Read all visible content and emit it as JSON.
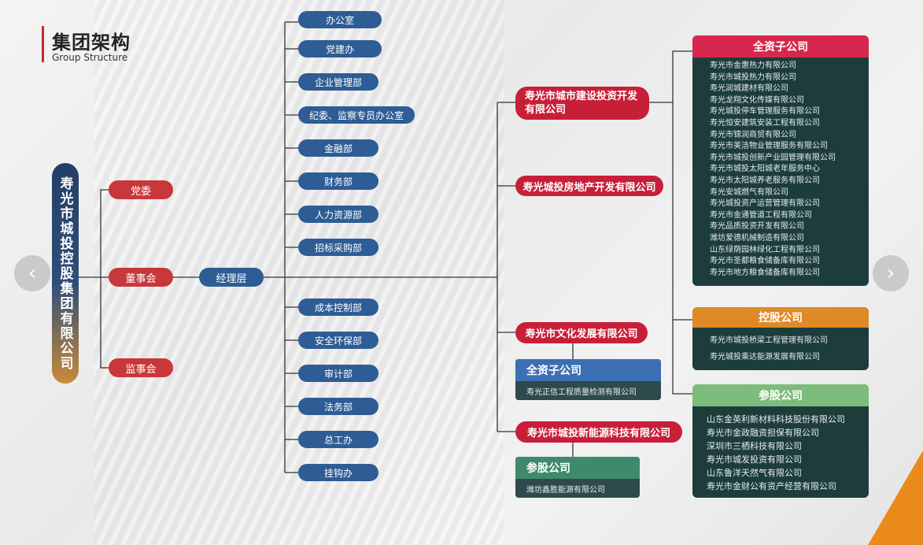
{
  "header": {
    "title_cn": "集团架构",
    "title_en": "Group Structure"
  },
  "root": "寿光市城投控股集团有限公司",
  "party": "党委",
  "board": "董事会",
  "supervisory": "监事会",
  "management": "经理层",
  "depts_top": [
    "办公室",
    "党建办",
    "企业管理部",
    "纪委、监察专员办公室",
    "金融部",
    "财务部",
    "人力资源部",
    "招标采购部"
  ],
  "depts_bottom": [
    "成本控制部",
    "安全环保部",
    "审计部",
    "法务部",
    "总工办",
    "挂钩办"
  ],
  "companies": {
    "c1": "寿光市城市建设投资开发有限公司",
    "c1a": "寿光市城市建设投资开发",
    "c1b": "有限公司",
    "c2": "寿光城投房地产开发有限公司",
    "c3": "寿光市文化发展有限公司",
    "c4": "寿光市城投新能源科技有限公司"
  },
  "wholly": {
    "title": "全资子公司",
    "items": [
      "寿光市金惠热力有限公司",
      "寿光市城投热力有限公司",
      "寿光润城建材有限公司",
      "寿光龙翔文化传媒有限公司",
      "寿光城投停车管理服务有限公司",
      "寿光恒安建筑安装工程有限公司",
      "寿光市锦润商贸有限公司",
      "寿光市美洁物业管理服务有限公司",
      "寿光市城投创新产业园管理有限公司",
      "寿光市城投太阳城老年服务中心",
      "寿光市太阳城养老服务有限公司",
      "寿光安城燃气有限公司",
      "寿光城投资产运营管理有限公司",
      "寿光市金通管道工程有限公司",
      "寿光品质投资开发有限公司",
      "潍坊爱德机械制造有限公司",
      "山东绿荫园林绿化工程有限公司",
      "寿光市圣都粮食储备库有限公司",
      "寿光市地方粮食储备库有限公司"
    ]
  },
  "holding": {
    "title": "控股公司",
    "items": [
      "寿光市城投桥梁工程管理有限公司",
      "寿光城投乘达能源发展有限公司"
    ]
  },
  "equity": {
    "title": "参股公司",
    "items": [
      "山东金英利新材料科技股份有限公司",
      "寿光市金政融资担保有限公司",
      "深圳市三栖科技有限公司",
      "寿光市城发投资有限公司",
      "山东鲁洋天然气有限公司",
      "寿光市金财公有资产经营有限公司"
    ]
  },
  "culture_sub": {
    "title": "全资子公司",
    "item": "寿光正信工程质量检测有限公司"
  },
  "energy_sub": {
    "title": "参股公司",
    "item": "潍坊鑫胜能源有限公司"
  },
  "nav": {
    "prev": "‹",
    "next": "›"
  },
  "colors": {
    "dept": "#2e5c95",
    "red": "#c8383a",
    "wholly_header": "#d8274e",
    "holding_header": "#e08a27",
    "equity_header": "#7cbd7c",
    "box_body": "#1d3d3d"
  }
}
